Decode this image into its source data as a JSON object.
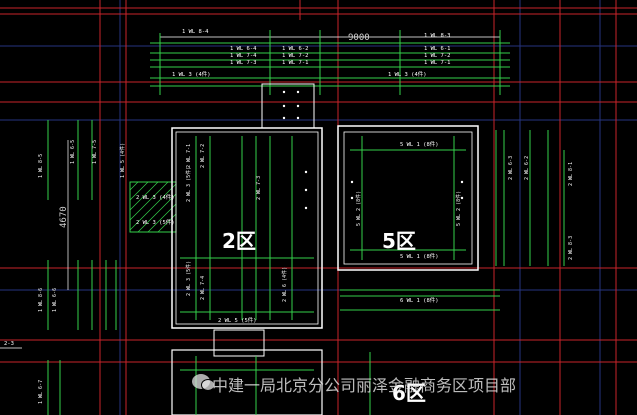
{
  "colors": {
    "green": "#34d04a",
    "red": "#d0262b",
    "white": "#ffffff",
    "grid": "#2a3a8a",
    "cyan": "#30c8c8",
    "bg": "#000000"
  },
  "dimensions": {
    "top_span": "9000",
    "left_span": "4670",
    "edge_mark": "2-3"
  },
  "zones": {
    "zone2": "2区",
    "zone5": "5区",
    "zone6": "6区"
  },
  "watermark": {
    "text": "中建一局北京分公司丽泽金融商务区项目部",
    "icon": "wechat-icon"
  },
  "top_labels": {
    "l1": "1 WL 8-4",
    "l2": "1 WL 6-4",
    "l3": "1 WL 7-4",
    "l4": "1 WL 7-3",
    "l5": "1 WL 6-2",
    "l6": "1 WL 7-2",
    "l7": "1 WL 7-1",
    "l8": "1 WL 8-3",
    "l9": "1 WL 6-1",
    "l10": "1 WL 7-2",
    "l11": "1 WL 7-1",
    "l12": "1 WL 3 (4件)",
    "l13": "1 WL 3 (4件)"
  },
  "zone2_labels": {
    "a": "2 WL 7-1",
    "b": "2 WL 7-2",
    "c": "2 WL 3 (5件)",
    "d": "2 WL 3 (4件)",
    "e": "2 WL 3 (5件)",
    "f": "2 WL 3 (5件)",
    "g": "2 WL 5 (5件)",
    "h": "2 WL 6 (4件)",
    "i": "2 WL 7-4",
    "j": "2 WL 7-3"
  },
  "zone5_labels": {
    "a": "5 WL 1 (8件)",
    "b": "5 WL 2 (8件)",
    "c": "5 WL 2 (8件)",
    "d": "5 WL 1 (8件)",
    "e": "6 WL 1 (8件)"
  },
  "left_labels": {
    "a": "1 WL 8-5",
    "b": "1 WL 6-5",
    "c": "1 WL 7-5",
    "d": "1 WL 5 (4件)",
    "e": "1 WL 8-6",
    "f": "1 WL 6-6",
    "g": "1 WL 6-7"
  },
  "right_labels": {
    "a": "2 WL 6-3",
    "b": "2 WL 6-2",
    "c": "2 WL 8-1",
    "d": "2 WL 8-3"
  }
}
